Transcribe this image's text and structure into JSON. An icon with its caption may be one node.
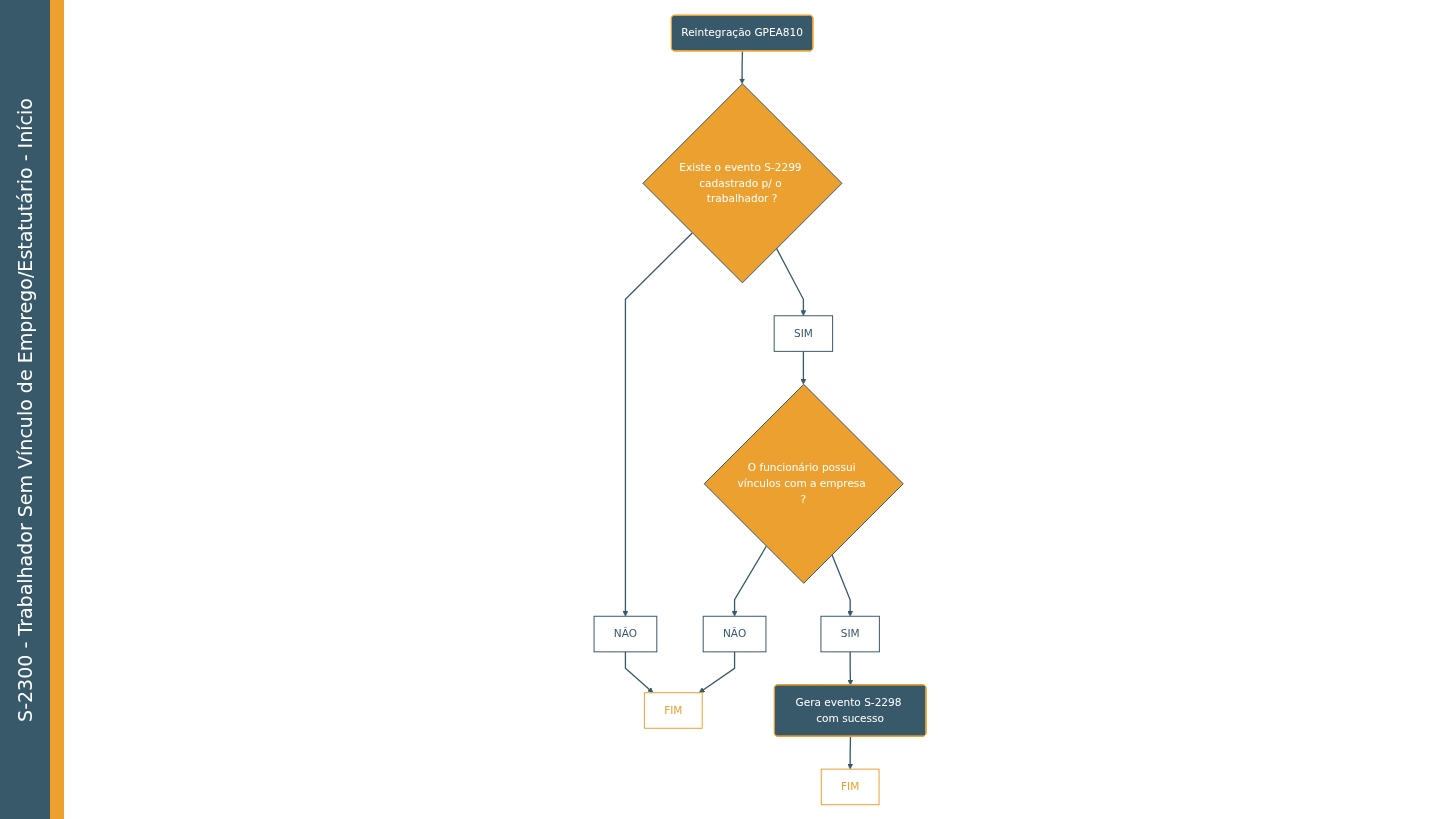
{
  "diagram": {
    "title": "S-2300 - Trabalhador Sem Vínculo de Emprego/Estatutário - Início",
    "nodes": [
      {
        "text": [
          "Reintegração GPEA810"
        ]
      },
      {
        "text": [
          "Existe o evento S-2299 cadastrado p/ o trabalhador ?"
        ]
      },
      {
        "text": [
          "SIM"
        ]
      },
      {
        "text": [
          "NÃO"
        ]
      },
      {
        "text": [
          "FIM"
        ]
      },
      {
        "text": [
          "O funcionário possui vínculos com a empresa ?"
        ]
      },
      {
        "text": [
          "NÃO"
        ]
      },
      {
        "text": [
          "SIM"
        ]
      },
      {
        "text": [
          "Gera evento S-2298 com sucesso"
        ]
      },
      {
        "text": [
          "FIM"
        ]
      }
    ],
    "edges": [
      {
        "from": 0,
        "to": 1,
        "arrow": "to"
      },
      {
        "from": 1,
        "to": 2,
        "arrow": "to"
      },
      {
        "from": 2,
        "to": 5,
        "arrow": "to"
      },
      {
        "from": 1,
        "to": 3,
        "arrow": "to"
      },
      {
        "from": 3,
        "to": 4,
        "arrow": "to"
      },
      {
        "from": 5,
        "to": 6,
        "arrow": "to"
      },
      {
        "from": 6,
        "to": 4,
        "arrow": "to"
      },
      {
        "from": 5,
        "to": 7,
        "arrow": "to"
      },
      {
        "from": 7,
        "to": 8,
        "arrow": "to"
      },
      {
        "from": 8,
        "to": 9,
        "arrow": "to"
      }
    ]
  }
}
